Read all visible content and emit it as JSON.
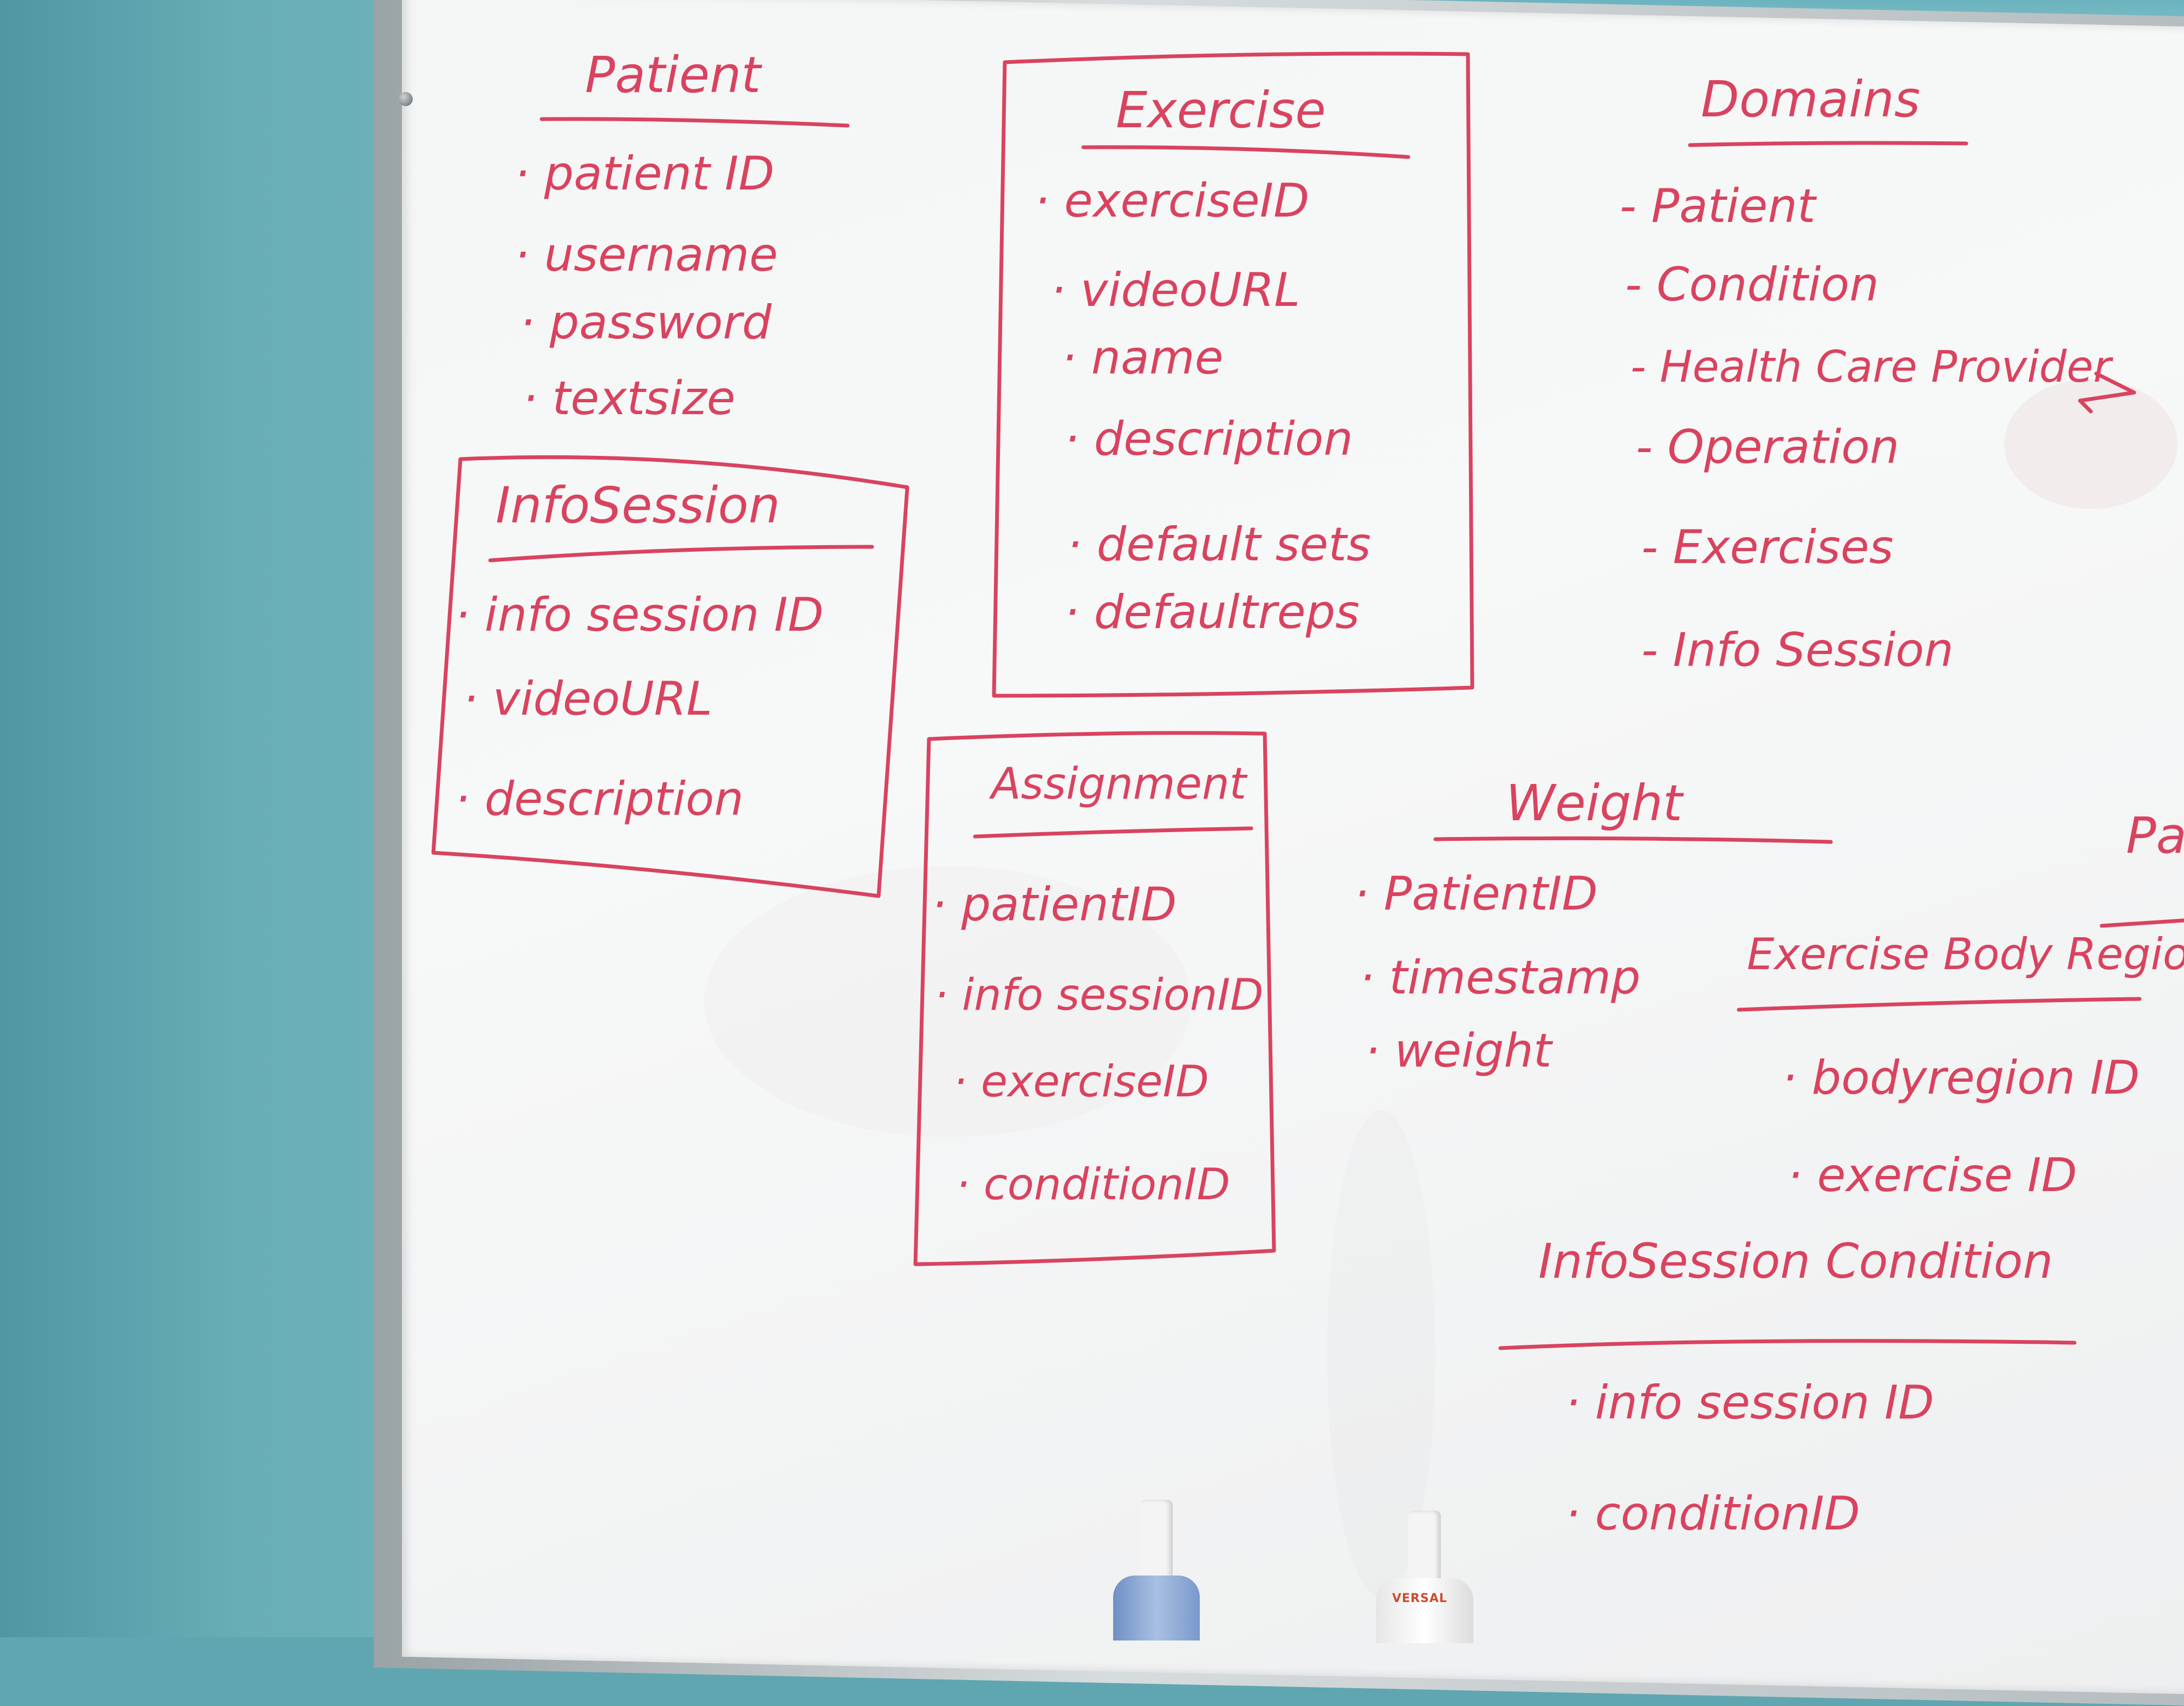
{
  "whiteboard": {
    "patient": {
      "title": "Patient",
      "items": [
        "· patient ID",
        "· username",
        "· password",
        "· textsize"
      ]
    },
    "exercise": {
      "title": "Exercise",
      "items": [
        "· exerciseID",
        "· videoURL",
        "· name",
        "· description",
        "· default sets",
        "· defaultreps"
      ]
    },
    "domains": {
      "title": "Domains",
      "items": [
        "- Patient",
        "- Condition",
        "- Health Care Provider",
        "- Operation",
        "- Exercises",
        "- Info Session"
      ]
    },
    "info_session": {
      "title": "InfoSession",
      "items": [
        "· info session ID",
        "· videoURL",
        "· description"
      ]
    },
    "assignment": {
      "title": "Assignment",
      "items": [
        "· patientID",
        "· info sessionID",
        "· exerciseID",
        "· conditionID"
      ]
    },
    "weight": {
      "title": "Weight",
      "items": [
        "· PatientID",
        "· timestamp",
        "· weight"
      ]
    },
    "exercise_body_region": {
      "title": "Exercise Body Region",
      "items": [
        "· bodyregion ID",
        "· exercise ID"
      ]
    },
    "info_session_condition": {
      "title": "InfoSession Condition",
      "items": [
        "· info session ID",
        "· conditionID"
      ]
    },
    "cutoff_text": "Pat"
  },
  "colors": {
    "marker": "#d9435f",
    "wall": "#5fa6b0",
    "board": "#f4f6f6"
  },
  "bottle_label": "VERSAL"
}
